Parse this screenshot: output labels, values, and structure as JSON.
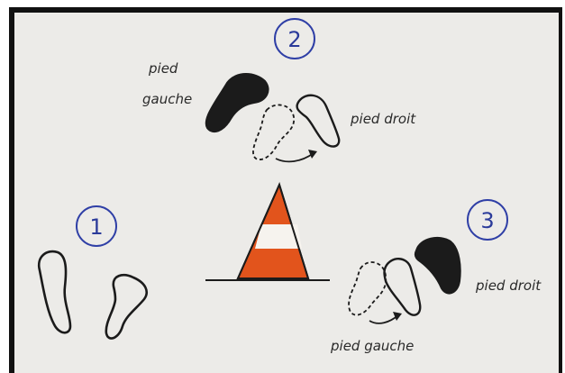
{
  "steps": [
    {
      "number": "1"
    },
    {
      "number": "2"
    },
    {
      "number": "3"
    }
  ],
  "labels": {
    "step2_left": "pied gauche",
    "step2_left_line1": "pied",
    "step2_left_line2": "gauche",
    "step2_right": "pied droit",
    "step3_right": "pied droit",
    "step3_bottom": "pied gauche"
  },
  "colors": {
    "paper": "#ecebe8",
    "border": "#0c0c0c",
    "ink": "#1b1b1b",
    "circle": "#2f3fa6",
    "cone_orange": "#e2541c",
    "cone_white": "#f6f3ee"
  },
  "icons": {
    "footprint_outline": "footprint-outline-icon",
    "footprint_filled": "footprint-filled-icon",
    "footprint_dashed": "footprint-dashed-icon",
    "traffic_cone": "traffic-cone-icon",
    "curved_arrow": "curved-arrow-icon"
  }
}
